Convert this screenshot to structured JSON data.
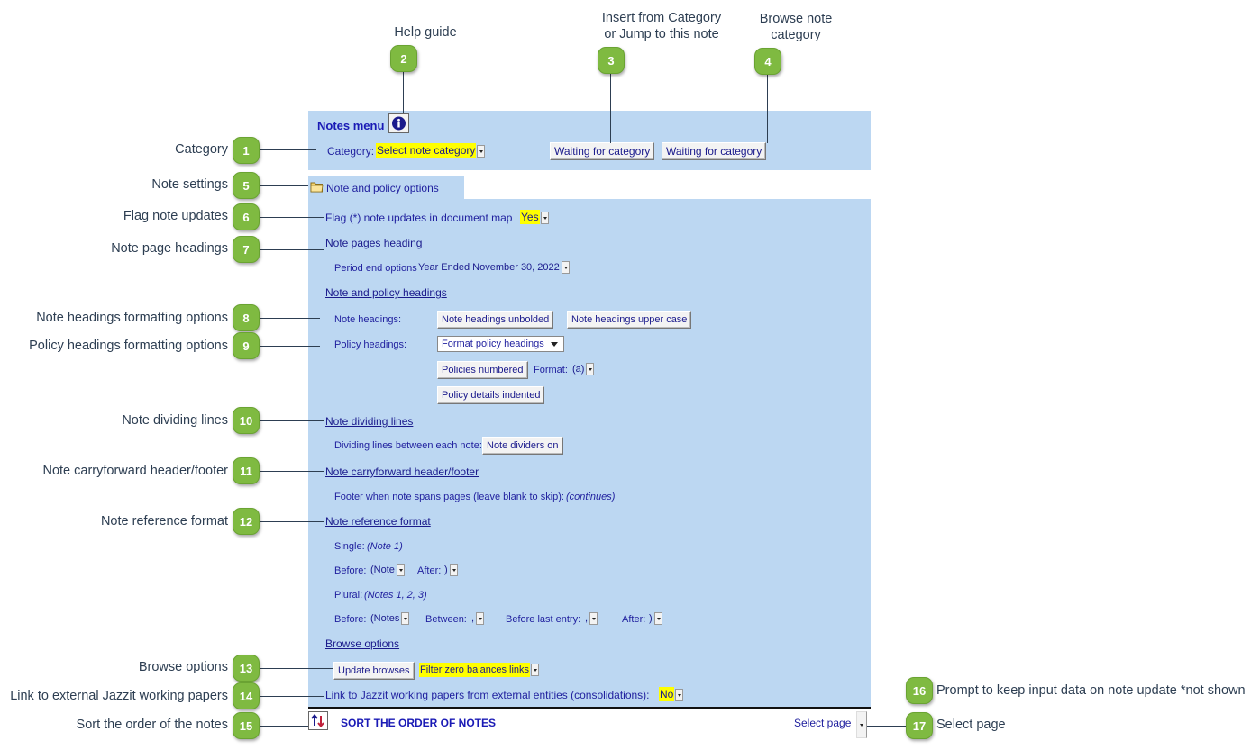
{
  "callouts": {
    "c1": {
      "num": "1",
      "label": "Category"
    },
    "c2": {
      "num": "2",
      "label": "Help guide"
    },
    "c3": {
      "num": "3",
      "label_line1": "Insert from Category",
      "label_line2": "or Jump to this note"
    },
    "c4": {
      "num": "4",
      "label_line1": "Browse note",
      "label_line2": "category"
    },
    "c5": {
      "num": "5",
      "label": "Note settings"
    },
    "c6": {
      "num": "6",
      "label": "Flag note updates"
    },
    "c7": {
      "num": "7",
      "label": "Note page headings"
    },
    "c8": {
      "num": "8",
      "label": "Note headings formatting options"
    },
    "c9": {
      "num": "9",
      "label": "Policy headings formatting options"
    },
    "c10": {
      "num": "10",
      "label": "Note dividing lines"
    },
    "c11": {
      "num": "11",
      "label": "Note carryforward header/footer"
    },
    "c12": {
      "num": "12",
      "label": "Note reference format"
    },
    "c13": {
      "num": "13",
      "label": "Browse options"
    },
    "c14": {
      "num": "14",
      "label": "Link to external Jazzit working papers"
    },
    "c15": {
      "num": "15",
      "label": "Sort the order of the notes"
    },
    "c16": {
      "num": "16",
      "label": "Prompt to keep input data on note update *not shown"
    },
    "c17": {
      "num": "17",
      "label": "Select page"
    }
  },
  "menu": {
    "title": "Notes menu",
    "category_label": "Category:",
    "category_value": "Select note category",
    "insert_button": "Waiting for category",
    "browse_button": "Waiting for category"
  },
  "settings": {
    "tab_label": "Note and policy options",
    "flag_label": "Flag (*) note updates in document map",
    "flag_value": "Yes",
    "note_pages_heading": "Note pages heading",
    "period_end_label": "Period end options",
    "period_end_value": "Year Ended November 30, 2022",
    "note_policy_headings": "Note and policy headings",
    "note_headings_label": "Note headings:",
    "note_headings_unbolded": "Note headings unbolded",
    "note_headings_upper": "Note headings upper case",
    "policy_headings_label": "Policy headings:",
    "format_policy_headings": "Format policy headings",
    "policies_numbered": "Policies numbered",
    "format_label": "Format:",
    "format_value": "(a)",
    "policy_details_indented": "Policy details indented",
    "note_dividing_lines": "Note dividing lines",
    "dividing_lines_label": "Dividing lines between each note:",
    "note_dividers_on": "Note dividers on",
    "note_carryforward": "Note carryforward header/footer",
    "footer_label": "Footer when note spans pages (leave blank to skip):",
    "footer_value": "(continues)",
    "note_reference_format": "Note reference format",
    "single_label": "Single:",
    "single_value": "(Note 1)",
    "before_label": "Before:",
    "before_value": "(Note",
    "after_label": "After:",
    "after_value": ")",
    "plural_label": "Plural:",
    "plural_value": "(Notes 1, 2, 3)",
    "plural_before_label": "Before:",
    "plural_before_value": "(Notes",
    "between_label": "Between:",
    "between_value": ",",
    "before_last_label": "Before last entry:",
    "before_last_value": ",",
    "plural_after_label": "After:",
    "plural_after_value": ")",
    "browse_options": "Browse options",
    "update_browses": "Update browses",
    "filter_zero": "Filter zero balances links",
    "link_label": "Link to Jazzit working papers from external entities (consolidations):",
    "link_value": "No"
  },
  "footer": {
    "sort_label": "SORT THE ORDER OF NOTES",
    "select_page": "Select page"
  },
  "colors": {
    "panel": "#bcd7f2",
    "badge": "#7fba41",
    "highlight": "#ffff00",
    "ui_text": "#1a1a8c"
  }
}
